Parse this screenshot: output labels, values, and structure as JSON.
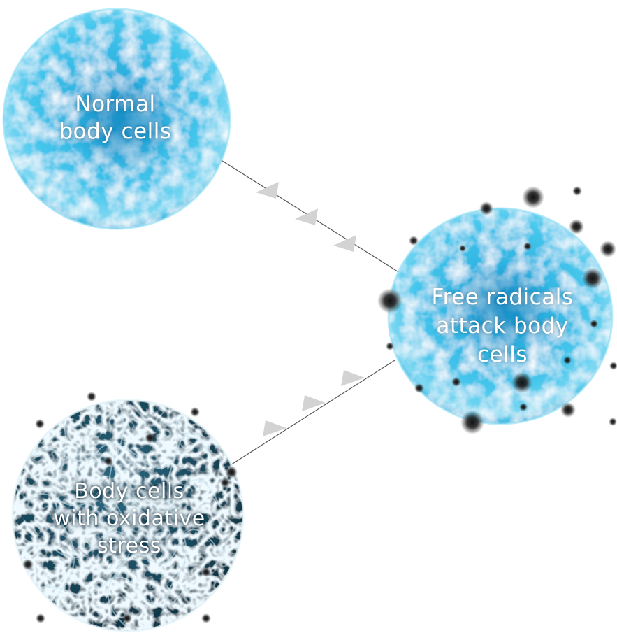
{
  "stages": [
    {
      "id": "normal",
      "label_lines": [
        "Normal",
        "body cells"
      ]
    },
    {
      "id": "attack",
      "label_lines": [
        "Free radicals",
        "attack body",
        "cells"
      ]
    },
    {
      "id": "stress",
      "label_lines": [
        "Body cells",
        "with oxidative",
        "stress"
      ]
    }
  ],
  "colors": {
    "healthy_cell": "#3fc3e8",
    "healthy_cell_dark": "#1a97c7",
    "damaged_cell": "#1c4e63",
    "damaged_cell_highlight": "#d6eef5",
    "connector_line": "#555555",
    "arrowhead": "#d3d3d3",
    "free_radical": "#1a1a1a"
  },
  "icons": [
    "normal-cell-image",
    "attacked-cell-image",
    "damaged-cell-image",
    "flow-arrowhead-icon",
    "free-radical-particle-icon"
  ]
}
